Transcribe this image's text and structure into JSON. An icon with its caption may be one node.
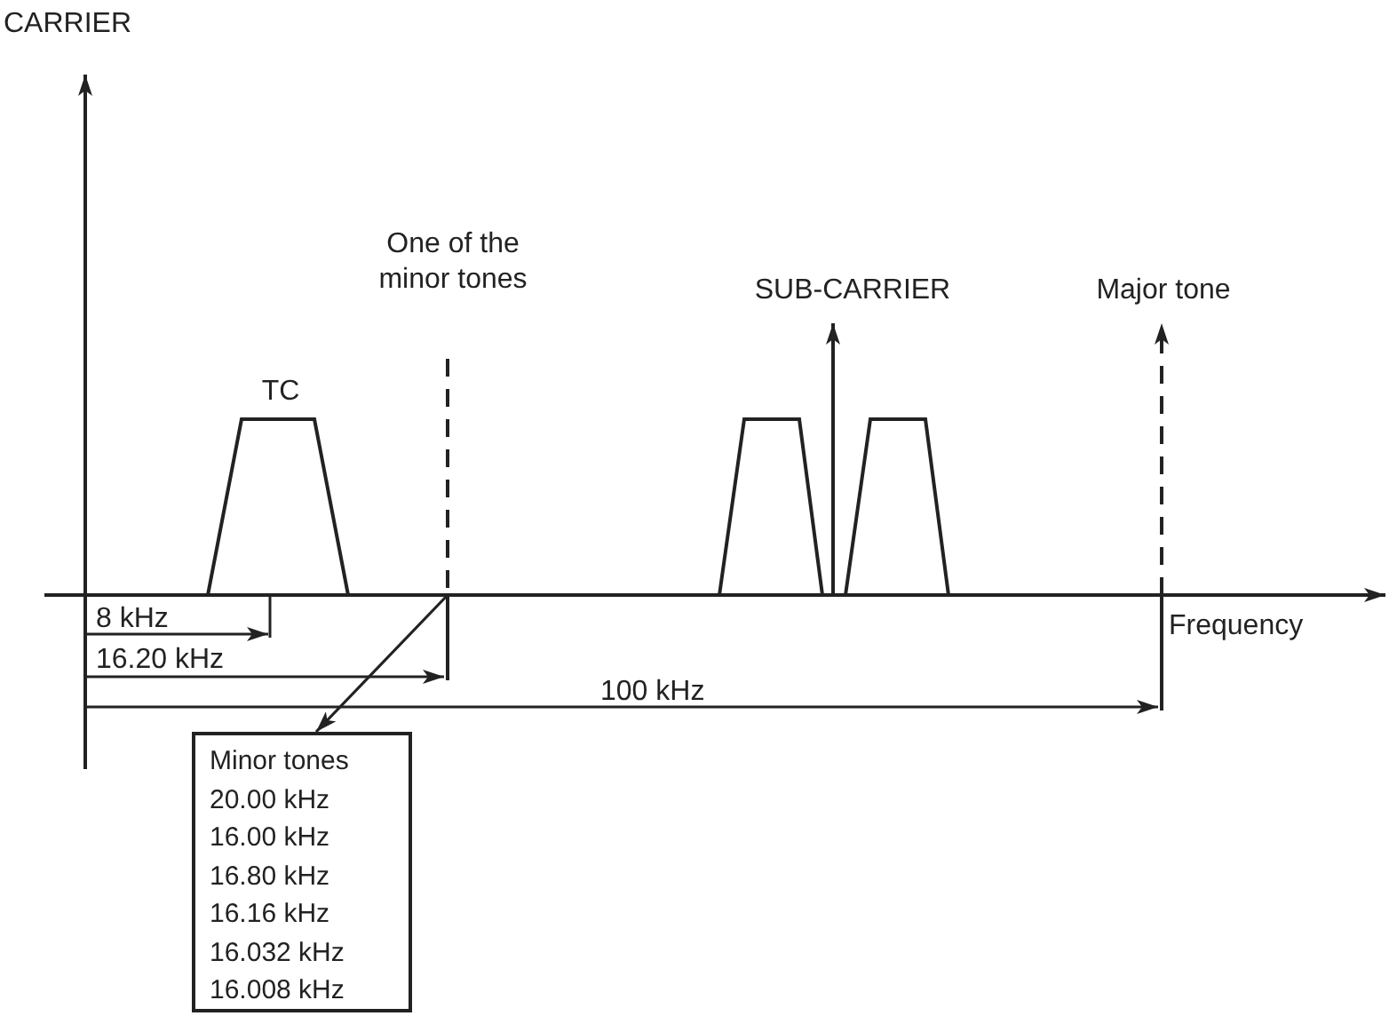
{
  "diagram": {
    "nodes": [
      {
        "text": [],
        "shape": "line"
      },
      {
        "text": [
          "Minor tones",
          "20.00 kHz",
          "16.00 kHz",
          "16.80 kHz",
          "16.16 kHz",
          "16.032 kHz",
          "16.008 kHz"
        ]
      }
    ],
    "edges": [
      {
        "from": 0,
        "to": 1,
        "arrow": "to"
      }
    ],
    "labels": [
      "CARRIER",
      "One of the minor tones",
      "SUB-CARRIER",
      "Major tone",
      "TC",
      "8 kHz",
      "Frequency",
      "16.20 kHz",
      "100 kHz"
    ]
  }
}
